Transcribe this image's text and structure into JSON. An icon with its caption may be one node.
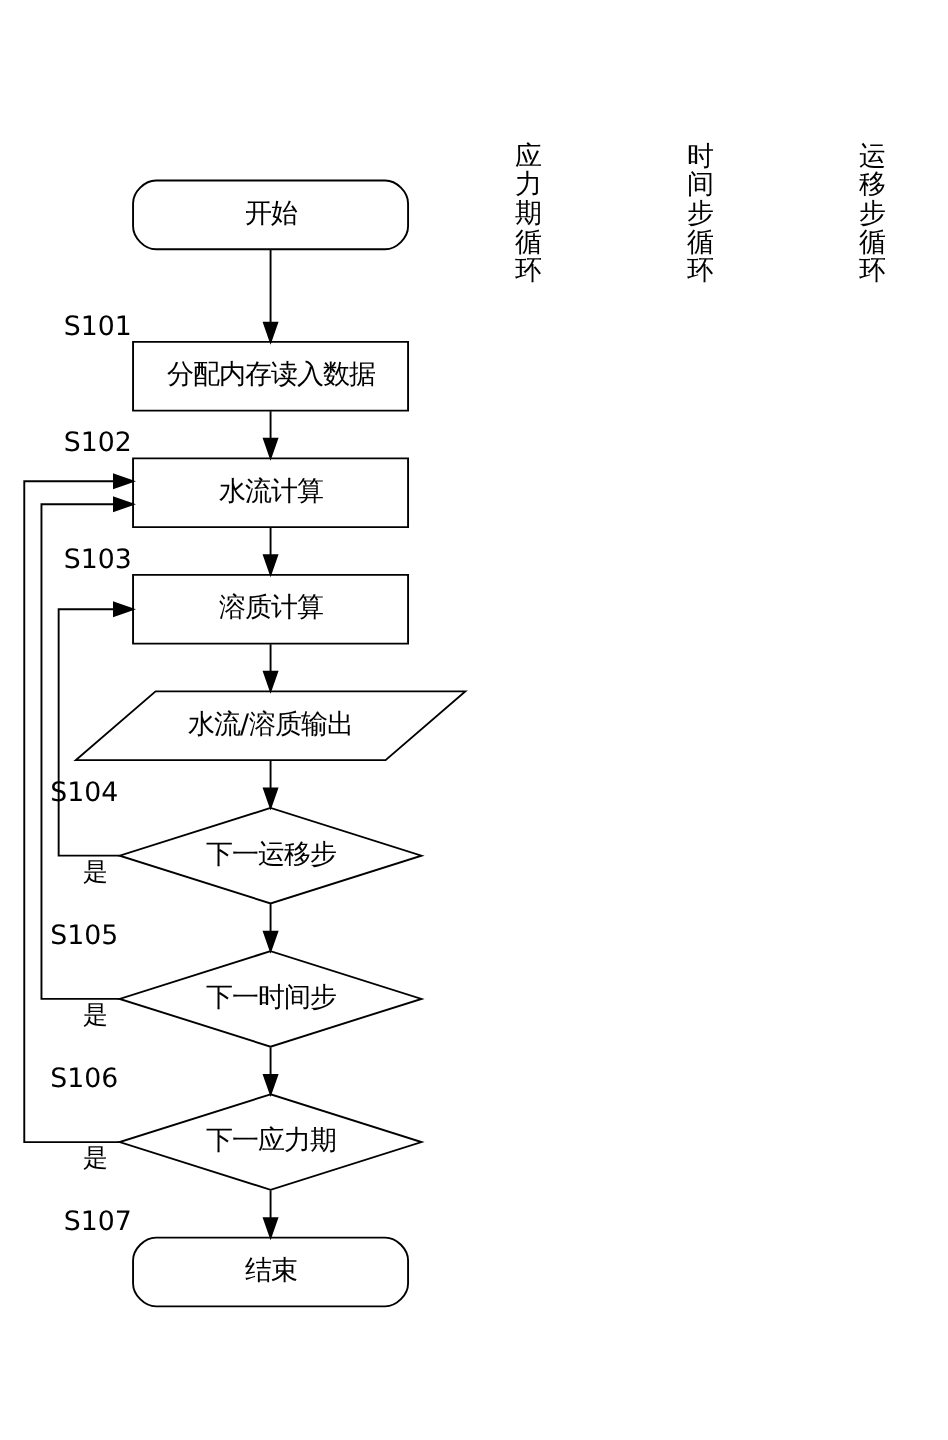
{
  "diagram": {
    "nodes": [
      {
        "text": [
          "开始"
        ]
      },
      {
        "text": [
          "分配内存读入数据"
        ],
        "beside": [
          "S101"
        ]
      },
      {
        "text": [
          "水流计算"
        ],
        "beside": [
          "S102"
        ]
      },
      {
        "text": [
          "溶质计算"
        ],
        "beside": [
          "S103"
        ]
      },
      {
        "text": [
          "水流/溶质输出"
        ]
      },
      {
        "text": [
          "下一运移步"
        ],
        "beside": [
          "S104"
        ]
      },
      {
        "text": [
          "下一时间步"
        ],
        "beside": [
          "S105"
        ]
      },
      {
        "text": [
          "下一应力期"
        ],
        "beside": [
          "S106"
        ]
      },
      {
        "text": [
          "结束"
        ],
        "beside": [
          "S107"
        ]
      }
    ],
    "edges": [
      {
        "from": 0,
        "to": 1,
        "arrow": "to"
      },
      {
        "from": 1,
        "to": 2,
        "arrow": "to"
      },
      {
        "from": 2,
        "to": 3,
        "arrow": "to"
      },
      {
        "from": 3,
        "to": 4,
        "arrow": "to"
      },
      {
        "from": 4,
        "to": 5,
        "arrow": "to"
      },
      {
        "from": 5,
        "to": 6,
        "arrow": "to"
      },
      {
        "from": 6,
        "to": 7,
        "arrow": "to"
      },
      {
        "from": 7,
        "to": 8,
        "arrow": "to"
      },
      {
        "from": 5,
        "to": 3,
        "arrow": "to",
        "label": "是"
      },
      {
        "from": 6,
        "to": 2,
        "arrow": "to",
        "label": "是"
      },
      {
        "from": 7,
        "to": 2,
        "arrow": "to",
        "label": "是"
      }
    ],
    "labels": [
      "应力期循环",
      "时间步循环",
      "运移步循环"
    ]
  }
}
